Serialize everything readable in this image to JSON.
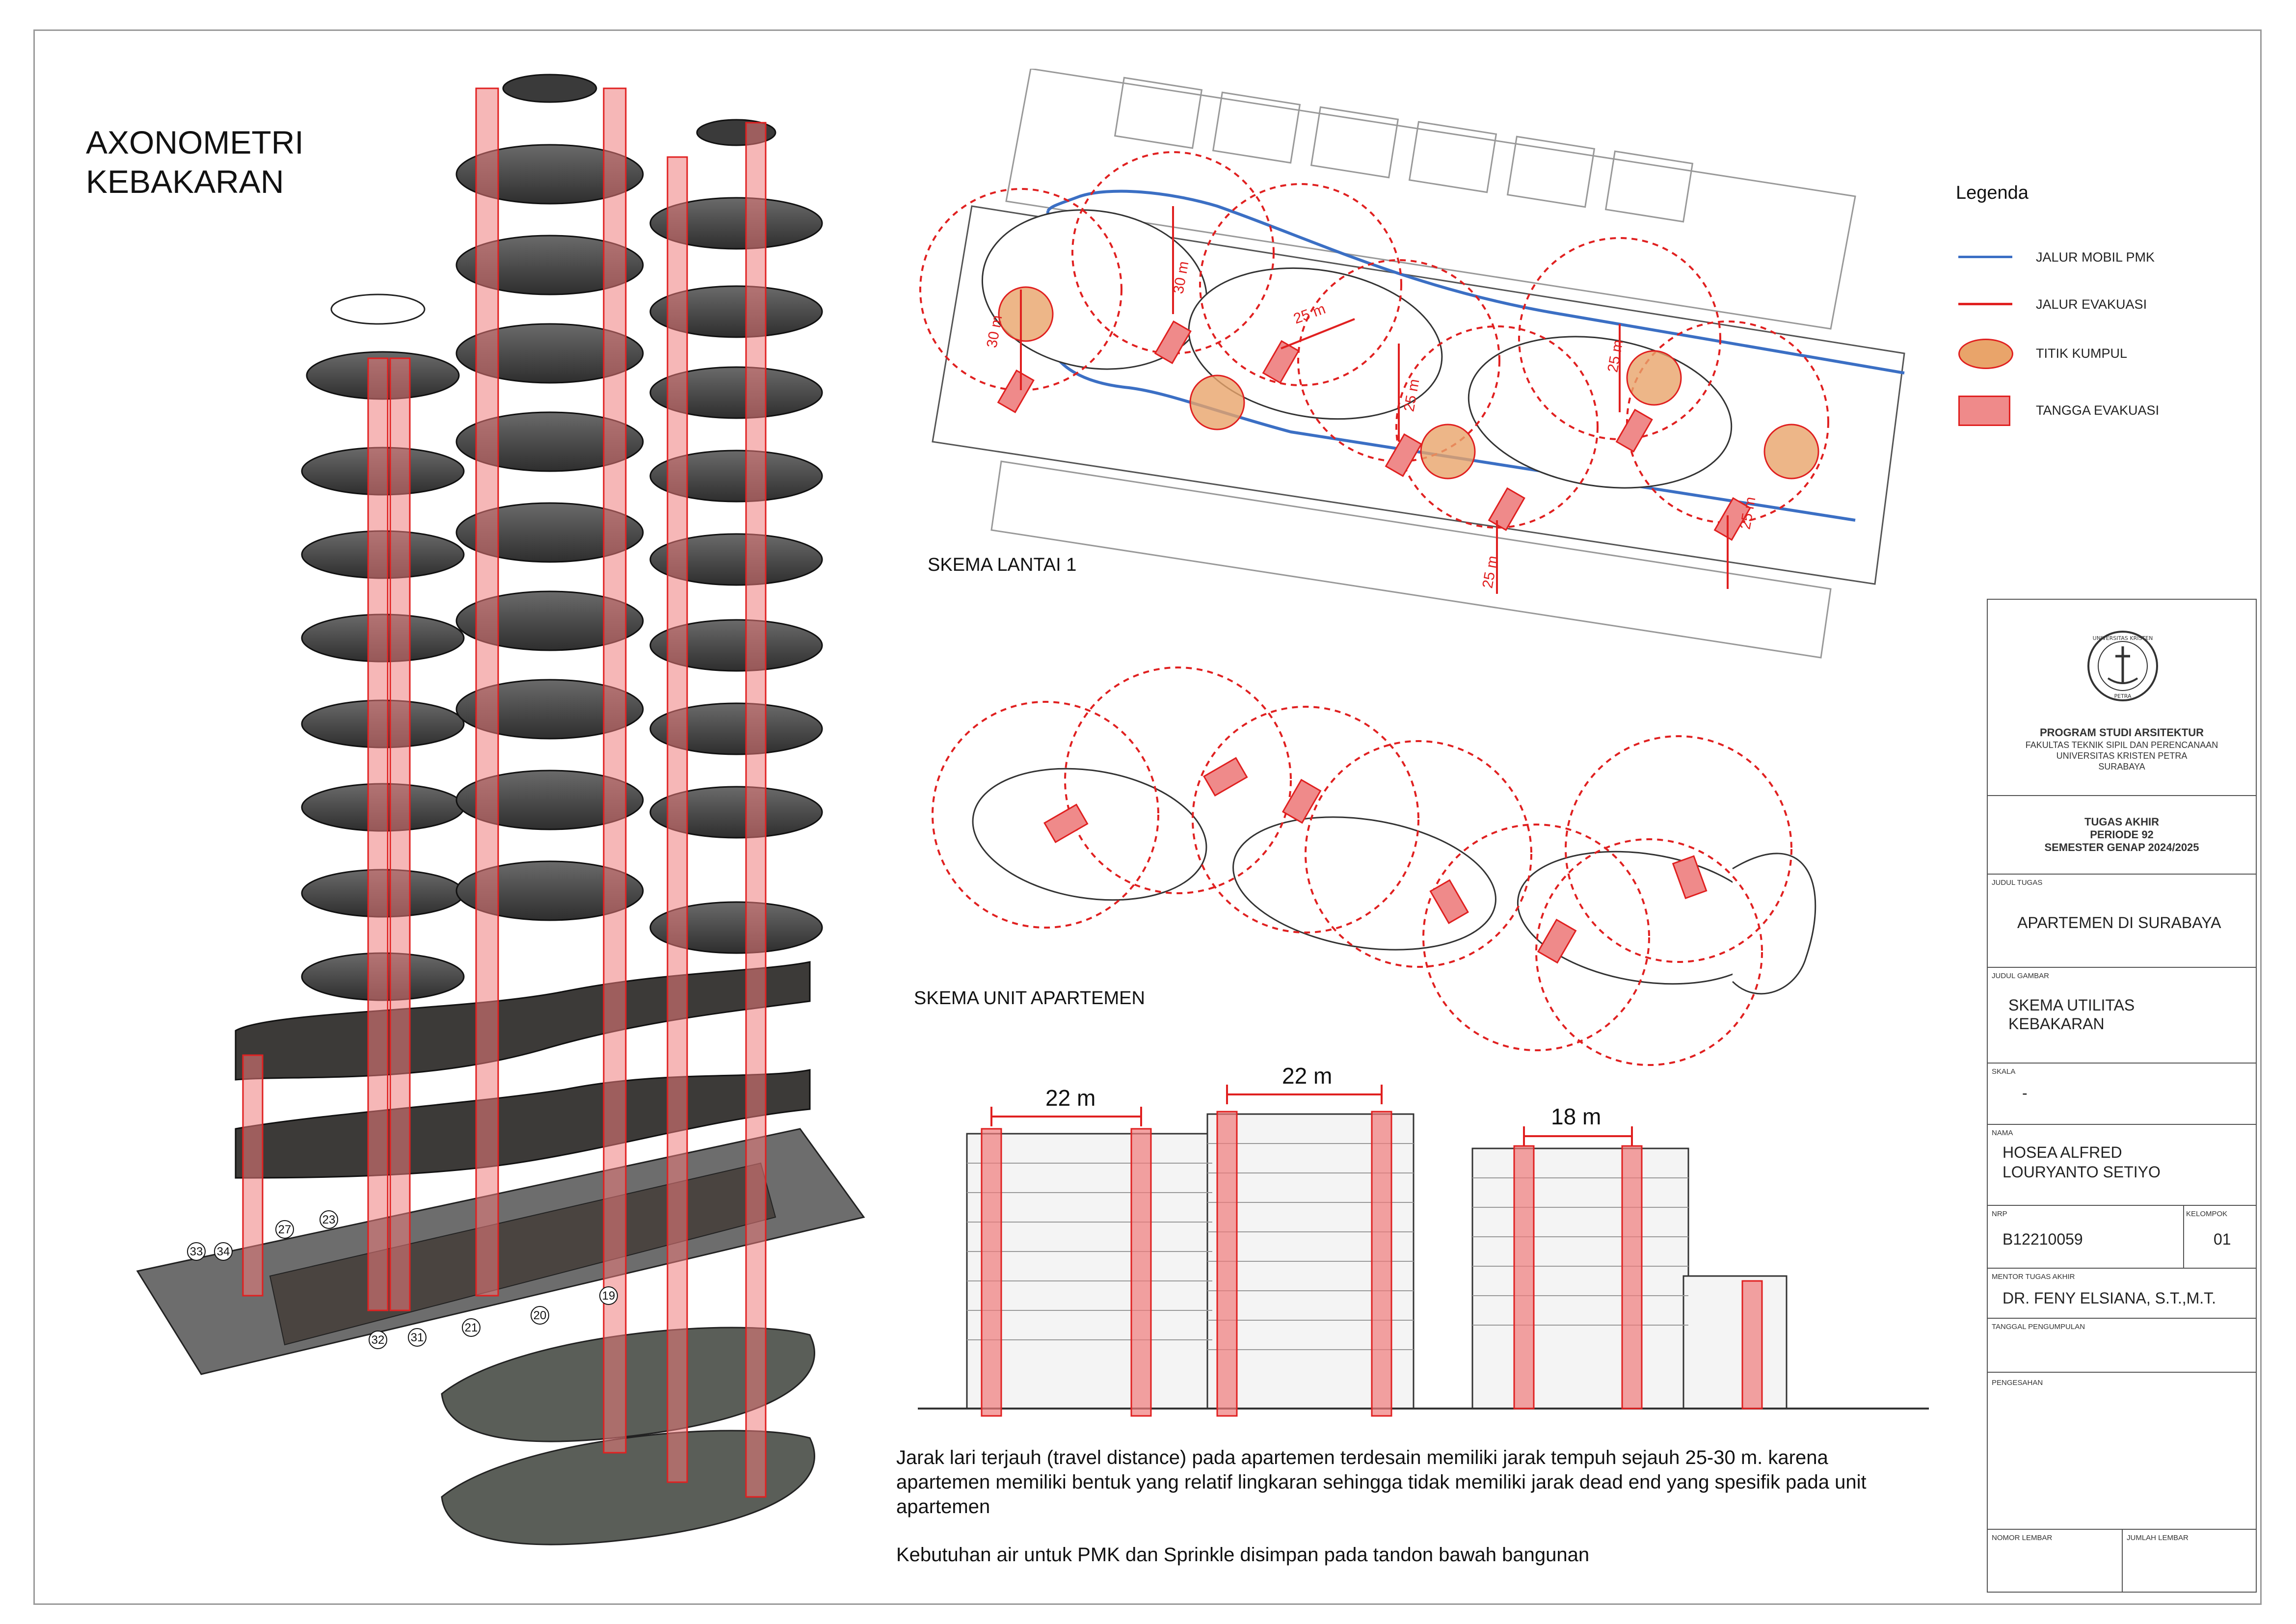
{
  "title": "AXONOMETRI KEBAKARAN",
  "schemes": {
    "ground": "SKEMA LANTAI 1",
    "unit": "SKEMA  UNIT APARTEMEN"
  },
  "legend": {
    "title": "Legenda",
    "items": [
      {
        "label": "JALUR MOBIL PMK",
        "symbol": "blue-line-icon",
        "color": "#3b6fc4"
      },
      {
        "label": "JALUR EVAKUASI",
        "symbol": "red-line-icon",
        "color": "#e02020"
      },
      {
        "label": "TITIK KUMPUL",
        "symbol": "orange-circle-icon",
        "color": "#e9a46a"
      },
      {
        "label": "TANGGA EVAKUASI",
        "symbol": "pink-rect-icon",
        "color": "#ef8a8a"
      }
    ]
  },
  "plan_distances": [
    "30 m",
    "30 m",
    "25 m",
    "25 m",
    "25 m",
    "25 m",
    "25 m"
  ],
  "elevation_dimensions": [
    "22 m",
    "22 m",
    "18 m"
  ],
  "axo_labels": [
    "33",
    "34",
    "27",
    "23",
    "32",
    "31",
    "21",
    "20",
    "19"
  ],
  "description": [
    "Jarak lari terjauh (travel distance) pada apartemen terdesain memiliki jarak tempuh sejauh 25-30 m. karena apartemen memiliki bentuk yang relatif lingkaran sehingga tidak memiliki jarak dead end yang spesifik pada unit apartemen",
    "Kebutuhan air untuk PMK dan Sprinkle disimpan pada tandon bawah bangunan"
  ],
  "title_block": {
    "program": "PROGRAM STUDI ARSITEKTUR",
    "faculty": "FAKULTAS TEKNIK SIPIL DAN PERENCANAAN",
    "university": "UNIVERSITAS KRISTEN PETRA",
    "city": "SURABAYA",
    "seal_top": "UNIVERSITAS KRISTEN",
    "seal_bottom": "PETRA",
    "project_type": "TUGAS AKHIR",
    "period": "PERIODE 92",
    "semester": "SEMESTER GENAP 2024/2025",
    "judul_tugas_label": "JUDUL TUGAS",
    "judul_tugas": "APARTEMEN DI SURABAYA",
    "judul_gambar_label": "JUDUL GAMBAR",
    "judul_gambar_1": "SKEMA UTILITAS",
    "judul_gambar_2": "KEBAKARAN",
    "skala_label": "SKALA",
    "skala": "-",
    "nama_label": "NAMA",
    "nama_1": "HOSEA ALFRED",
    "nama_2": "LOURYANTO SETIYO",
    "nrp_label": "NRP",
    "nrp": "B12210059",
    "kelompok_label": "KELOMPOK",
    "kelompok": "01",
    "mentor_label": "MENTOR TUGAS AKHIR",
    "mentor": "DR. FENY ELSIANA, S.T.,M.T.",
    "tanggal_label": "TANGGAL PENGUMPULAN",
    "pengesahan_label": "PENGESAHAN",
    "nomor_lembar_label": "NOMOR LEMBAR",
    "jumlah_lembar_label": "JUMLAH LEMBAR"
  }
}
